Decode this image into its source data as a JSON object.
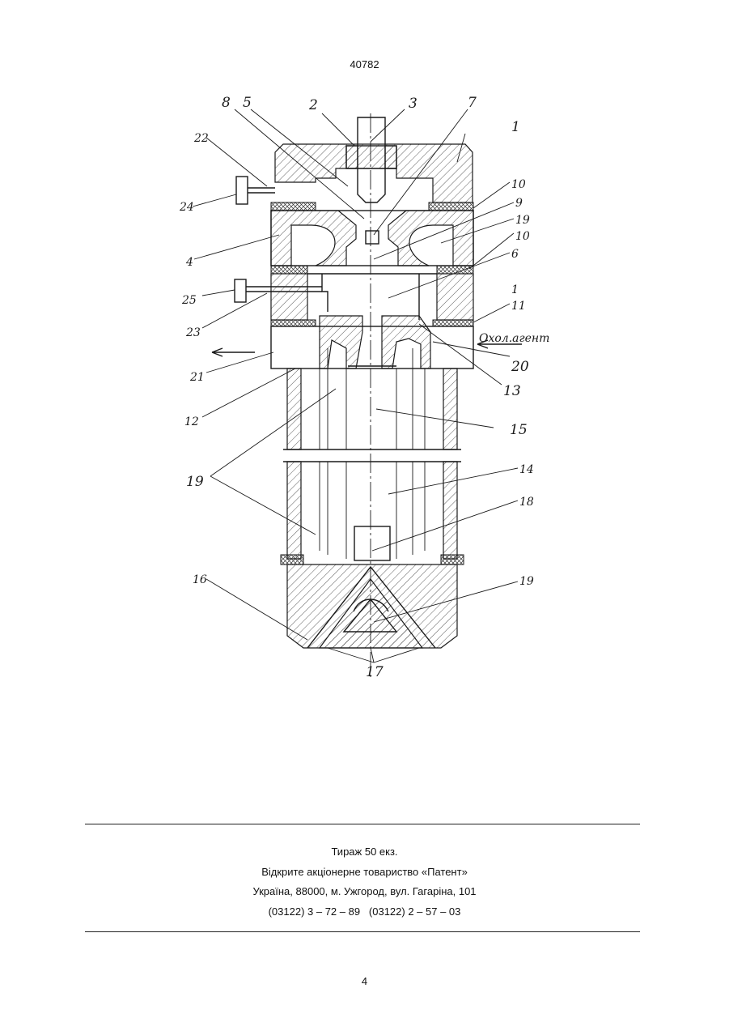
{
  "header": {
    "doc_number": "40782"
  },
  "drawing": {
    "labels": {
      "l1a": "1",
      "l1b": "1",
      "l2": "2",
      "l3": "3",
      "l4": "4",
      "l5": "5",
      "l6": "6",
      "l7": "7",
      "l8": "8",
      "l9": "9",
      "l10a": "10",
      "l10b": "10",
      "l11": "11",
      "l12": "12",
      "l13": "13",
      "l14": "14",
      "l15": "15",
      "l16": "16",
      "l17": "17",
      "l18": "18",
      "l19a": "19",
      "l19b": "19",
      "l19c": "19",
      "l20": "20",
      "l21": "21",
      "l22": "22",
      "l23": "23",
      "l24": "24",
      "l25": "25",
      "coolant": "Охол.агент"
    }
  },
  "imprint": {
    "line1": "Тираж 50 екз.",
    "line2": "Відкрите акціонерне товариство «Патент»",
    "line3": "Україна, 88000, м. Ужгород, вул. Гагаріна, 101",
    "line4": "(03122) 3 – 72 – 89   (03122) 2 – 57 – 03"
  },
  "footer": {
    "page_number": "4"
  }
}
